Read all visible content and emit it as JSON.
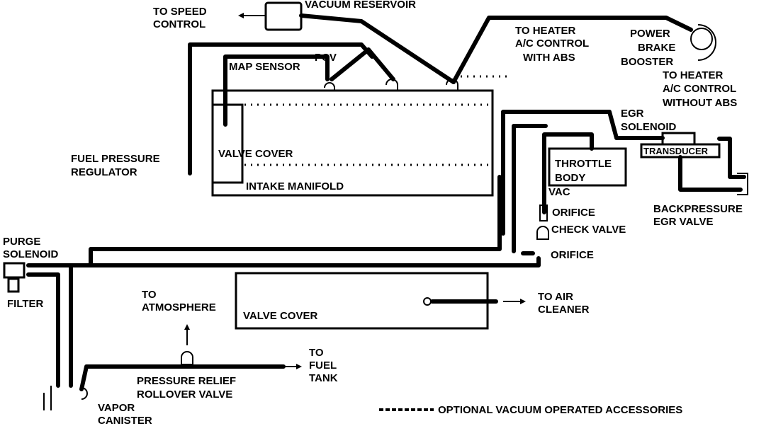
{
  "labels": {
    "to_speed_control": [
      "TO SPEED",
      "CONTROL"
    ],
    "vacuum_reservoir": "VACUUM RESERVOIR",
    "to_heater_with_abs": [
      "TO HEATER",
      "A/C CONTROL",
      "WITH ABS"
    ],
    "power_brake_booster": [
      "POWER",
      "BRAKE",
      "BOOSTER"
    ],
    "to_heater_without_abs": [
      "TO HEATER",
      "A/C CONTROL",
      "WITHOUT ABS"
    ],
    "map_sensor": "MAP SENSOR",
    "pcv": "PCV",
    "egr_solenoid": [
      "EGR",
      "SOLENOID"
    ],
    "transducer": "TRANSDUCER",
    "fuel_pressure_regulator": [
      "FUEL PRESSURE",
      "REGULATOR"
    ],
    "valve_cover_upper": "VALVE COVER",
    "intake_manifold": "INTAKE MANIFOLD",
    "throttle_body": [
      "THROTTLE",
      "BODY"
    ],
    "vac": "VAC",
    "backpressure_egr_valve": [
      "BACKPRESSURE",
      "EGR VALVE"
    ],
    "orifice_upper": "ORIFICE",
    "check_valve": "CHECK VALVE",
    "orifice_lower": "ORIFICE",
    "purge_solenoid": [
      "PURGE",
      "SOLENOID"
    ],
    "filter": "FILTER",
    "valve_cover_lower": "VALVE COVER",
    "to_air_cleaner": [
      "TO AIR",
      "CLEANER"
    ],
    "to_atmosphere": [
      "TO",
      "ATMOSPHERE"
    ],
    "pressure_relief_rollover_valve": [
      "PRESSURE RELIEF",
      "ROLLOVER VALVE"
    ],
    "to_fuel_tank": [
      "TO",
      "FUEL",
      "TANK"
    ],
    "vapor_canister": [
      "VAPOR",
      "CANISTER"
    ],
    "legend_optional": "OPTIONAL VACUUM OPERATED ACCESSORIES"
  }
}
